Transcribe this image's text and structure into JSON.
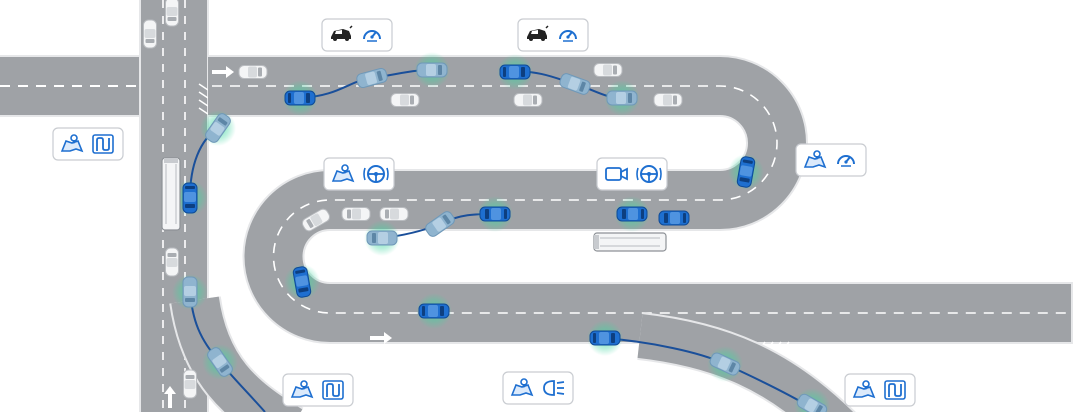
{
  "colors": {
    "background": "#ffffff",
    "road": "#9fa2a6",
    "road_edge": "#e6e7e9",
    "lane_marking": "#ffffff",
    "ego_vehicle": "#1e6fd0",
    "ghost_vehicle": "#8fb4cf",
    "trajectory": "#1a4f9a",
    "glow": "#3fd6a0",
    "parked_vehicle": "#f4f5f6",
    "icon_blue": "#1e6fd0",
    "badge_border": "#c9ccd1"
  },
  "badges": [
    {
      "id": "badge-top-1",
      "icons": [
        "camera-car-icon",
        "speedometer-icon"
      ]
    },
    {
      "id": "badge-top-2",
      "icons": [
        "camera-car-icon",
        "speedometer-icon"
      ]
    },
    {
      "id": "badge-left",
      "icons": [
        "map-icon",
        "lane-route-icon"
      ]
    },
    {
      "id": "badge-center-1",
      "icons": [
        "map-icon",
        "steering-wheel-icon"
      ]
    },
    {
      "id": "badge-center-2",
      "icons": [
        "video-camera-icon",
        "steering-wheel-icon"
      ]
    },
    {
      "id": "badge-right",
      "icons": [
        "map-icon",
        "speedometer-icon"
      ]
    },
    {
      "id": "badge-bottom-1",
      "icons": [
        "map-icon",
        "lane-route-icon"
      ]
    },
    {
      "id": "badge-bottom-2",
      "icons": [
        "map-icon",
        "headlight-icon"
      ]
    },
    {
      "id": "badge-bottom-3",
      "icons": [
        "map-icon",
        "lane-route-icon"
      ]
    }
  ]
}
